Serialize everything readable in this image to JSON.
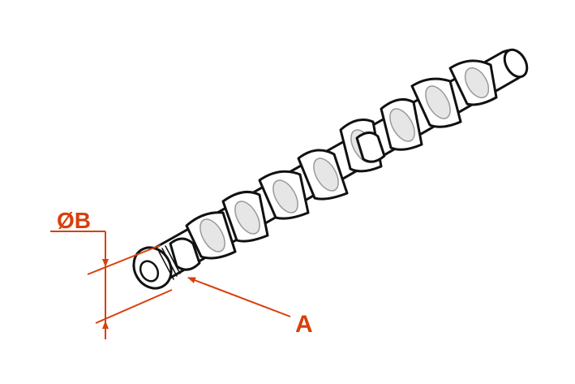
{
  "labels": {
    "diameter": "ØB",
    "point": "A"
  },
  "colors": {
    "annotation": "#d8400c",
    "outline": "#111111",
    "shade": "#cccccc",
    "background": "#ffffff"
  },
  "icons": {
    "arrow": "arrowhead"
  }
}
